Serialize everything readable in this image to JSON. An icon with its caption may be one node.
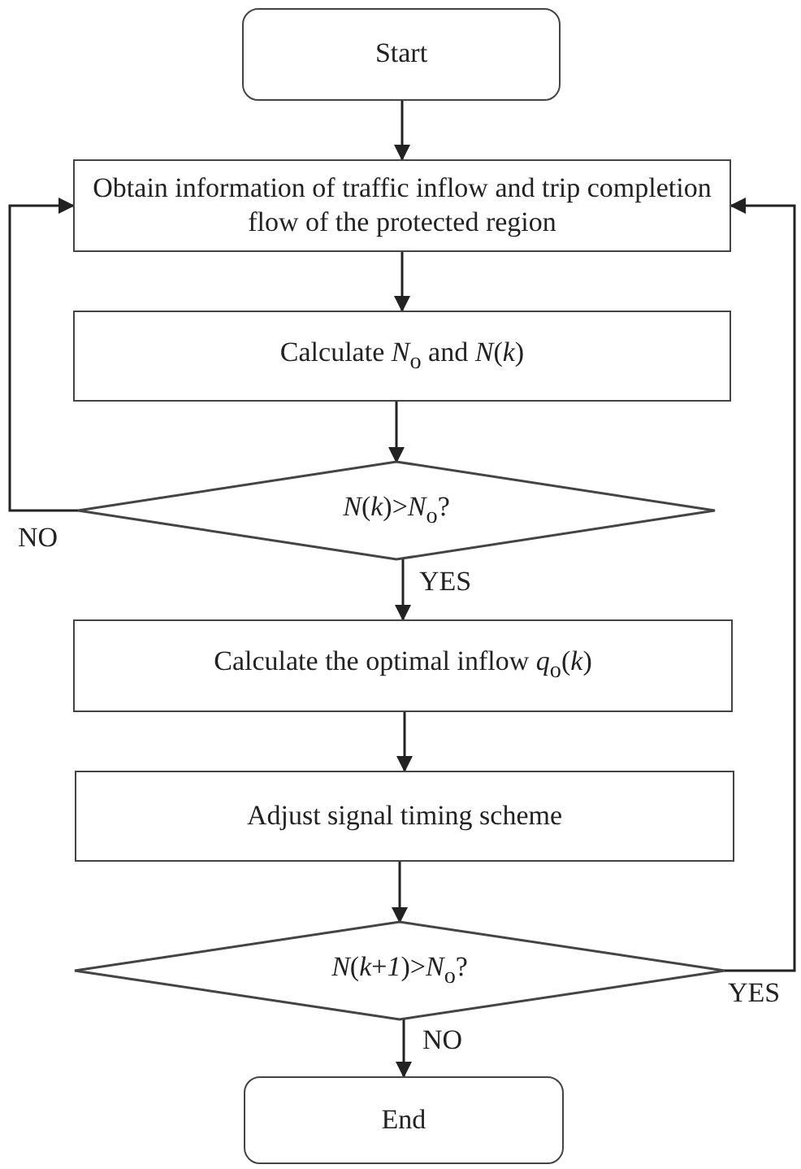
{
  "diagram": {
    "nodes": [
      {
        "text": [
          "Start"
        ]
      },
      {
        "text": [
          "Obtain information of traffic inflow and trip completion flow of the protected region"
        ]
      },
      {
        "text": [
          "Calculate *N*$_{o}$ and *N*(*k*)"
        ]
      },
      {
        "text": [
          "*N*(*k*)>*N*$_{o}$?"
        ]
      },
      {
        "text": [
          "Calculate the optimal inflow *q*$_{o}$(*k*)"
        ]
      },
      {
        "text": [
          "Adjust signal timing scheme"
        ]
      },
      {
        "text": [
          "*N*(*k*+*1*)>*N*$_{o}$?"
        ]
      },
      {
        "text": [
          "End"
        ]
      }
    ],
    "edges": [
      {
        "from": 0,
        "to": 1,
        "arrow": "to"
      },
      {
        "from": 1,
        "to": 2,
        "arrow": "to"
      },
      {
        "from": 2,
        "to": 3,
        "arrow": "to"
      },
      {
        "from": 3,
        "to": 4,
        "arrow": "to",
        "label": "YES"
      },
      {
        "from": 4,
        "to": 5,
        "arrow": "to"
      },
      {
        "from": 5,
        "to": 6,
        "arrow": "to"
      },
      {
        "from": 6,
        "to": 7,
        "arrow": "to",
        "label": "NO"
      },
      {
        "from": 3,
        "to": 1,
        "arrow": "to",
        "label": "NO"
      },
      {
        "from": 6,
        "to": 1,
        "arrow": "to",
        "label": "YES"
      }
    ]
  }
}
